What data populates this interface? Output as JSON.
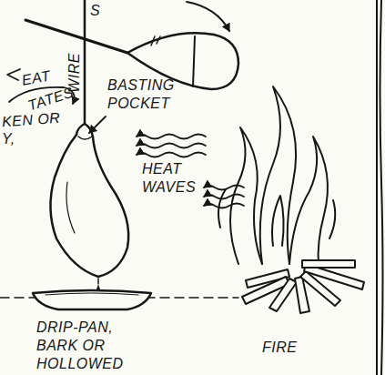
{
  "diagram": {
    "labels": [
      "S",
      "EAT",
      "TATES",
      "KEN OR",
      "Y,",
      "WIRE",
      "BASTING POCKET",
      "HEAT WAVES",
      "DRIP-PAN, BARK OR HOLLOWED",
      "FIRE"
    ]
  }
}
